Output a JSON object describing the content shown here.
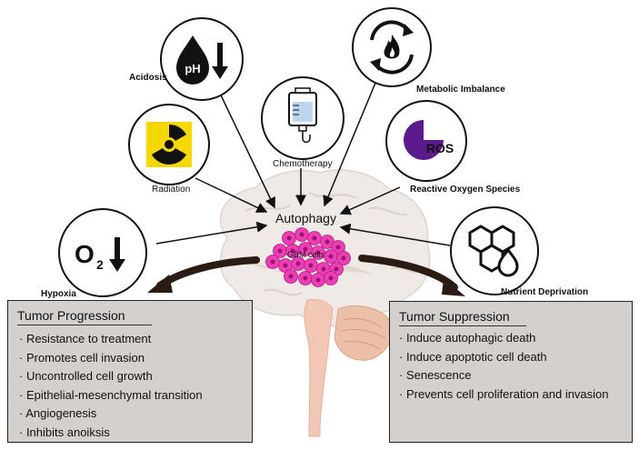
{
  "center": {
    "autophagy": "Autophagy",
    "gbm_cells": "GBM cells"
  },
  "inducers": {
    "acidosis": {
      "label": "Acidosis",
      "icon": "ph",
      "icon_text": "pH"
    },
    "chemotherapy": {
      "label": "Chemotherapy"
    },
    "metabolic": {
      "label": "Metabolic Imbalance"
    },
    "radiation": {
      "label": "Radiation"
    },
    "ros": {
      "label": "Reactive Oxygen Species",
      "icon_text": "ROS"
    },
    "hypoxia": {
      "label": "Hypoxia",
      "icon_text": "O",
      "icon_sub": "2"
    },
    "nutrient": {
      "label": "Nutrient Deprivation"
    }
  },
  "progression": {
    "title": "Tumor Progression",
    "items": [
      "· Resistance to treatment",
      "· Promotes cell invasion",
      "· Uncontrolled cell growth",
      "· Epithelial-mesenchymal transition",
      "· Angiogenesis",
      "· Inhibits anoiksis"
    ]
  },
  "suppression": {
    "title": "Tumor Suppression",
    "items": [
      "· Induce autophagic death",
      "· Induce apoptotic cell death",
      "· Senescence",
      "· Prevents cell proliferation and invasion"
    ]
  },
  "colors": {
    "ros_purple": "#5a1a8c",
    "radiation_yellow": "#f5d800",
    "brain": "#efeae6",
    "brain_stem": "#f2c7b6",
    "cerebellum": "#ecc0a8",
    "gbm_pink": "#ec3fb6",
    "box_fill": "#d4d0cd",
    "curved_arrow": "#2a1b14"
  }
}
